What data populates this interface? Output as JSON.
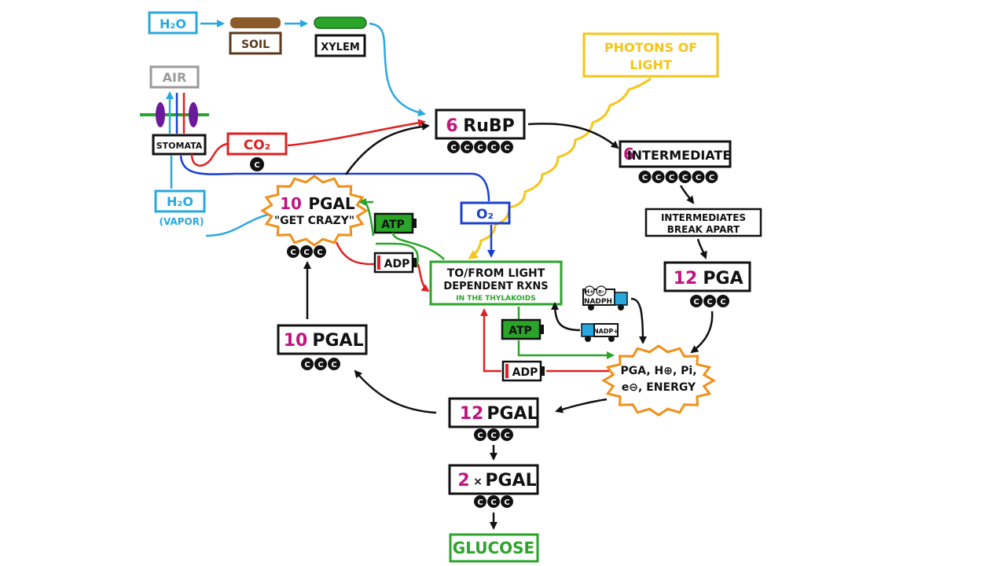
{
  "labels": {
    "h2o_top": "H₂O",
    "soil": "SOIL",
    "xylem": "XYLEM",
    "air": "AIR",
    "stomata": "STOMATA",
    "co2": "CO₂",
    "co2_carbon": "C",
    "h2o_vapor": "H₂O",
    "vapor": "(VAPOR)",
    "photons_line1": "PHOTONS OF",
    "photons_line2": "LIGHT",
    "rubp_num": "6",
    "rubp_name": "RuBP",
    "intermediate_num": "6",
    "intermediate_name": "INTERMEDIATE",
    "break_line1": "INTERMEDIATES",
    "break_line2": "BREAK APART",
    "pga_num": "12",
    "pga_name": "PGA",
    "pgal_crazy_num": "10",
    "pgal_crazy_name": "PGAL",
    "get_crazy": "\"GET CRAZY\"",
    "o2": "O₂",
    "atp_top": "ATP",
    "adp_top": "ADP",
    "light_line1": "TO/FROM LIGHT",
    "light_line2": "DEPENDENT RXNS",
    "light_line3": "IN THE THYLAKOIDS",
    "nadph": "NADPH",
    "h_plus": "H+",
    "e_minus": "e-",
    "nadp": "NADP+",
    "atp_bottom": "ATP",
    "adp_bottom": "ADP",
    "pgal10_num": "10",
    "pgal10_name": "PGAL",
    "energy_line1": "PGA, H⊕, Pi,",
    "energy_line2": "e⊖, ENERGY",
    "pgal12_num": "12",
    "pgal12_name": "PGAL",
    "pgal2_num": "2",
    "pgal2_times": "×",
    "pgal2_name": "PGAL",
    "glucose": "GLUCOSE",
    "carbon_symbol": "C"
  },
  "carbon_counts": {
    "rubp": 5,
    "intermediate": 6,
    "pga": 3,
    "pgal_crazy": 3,
    "pgal10": 3,
    "pgal12": 3,
    "pgal2": 3
  },
  "colors": {
    "water_blue": "#29a8e0",
    "co2_red": "#e02020",
    "o2_blue": "#1a3fd0",
    "atp_green": "#2aa52a",
    "light_yellow": "#f5c518",
    "magenta_number": "#c0157f",
    "explosion_orange": "#f0901a",
    "soil_brown": "#8a5a2b",
    "gray_air": "#9a9a9a",
    "stomata_purple": "#6a1a9a"
  }
}
